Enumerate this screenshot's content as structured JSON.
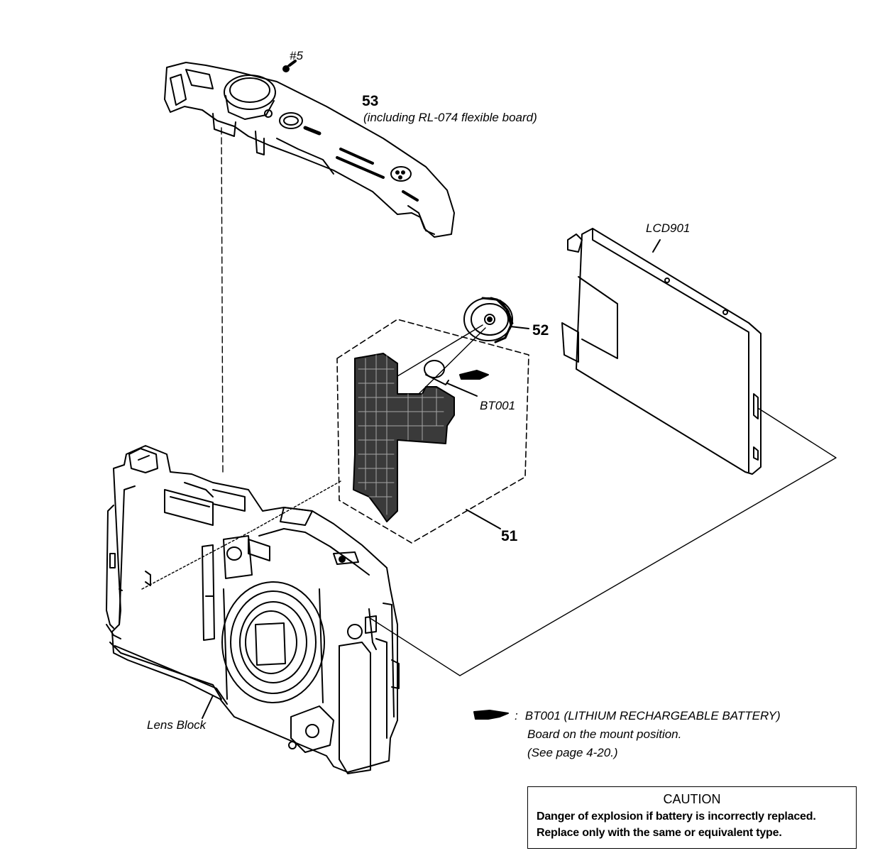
{
  "labels": {
    "screw": "#5",
    "part_53_number": "53",
    "part_53_desc": "(including RL-074 flexible board)",
    "lcd": "LCD901",
    "part_52_number": "52",
    "battery": "BT001",
    "part_51_number": "51",
    "lens_block": "Lens Block"
  },
  "note": {
    "marker": ":",
    "line1": "BT001 (LITHIUM RECHARGEABLE BATTERY)",
    "line2": "Board on the mount position.",
    "line3": "(See page 4-20.)"
  },
  "caution": {
    "title": "CAUTION",
    "line1": "Danger of explosion if battery is incorrectly replaced.",
    "line2": "Replace only with the same or equivalent type."
  }
}
